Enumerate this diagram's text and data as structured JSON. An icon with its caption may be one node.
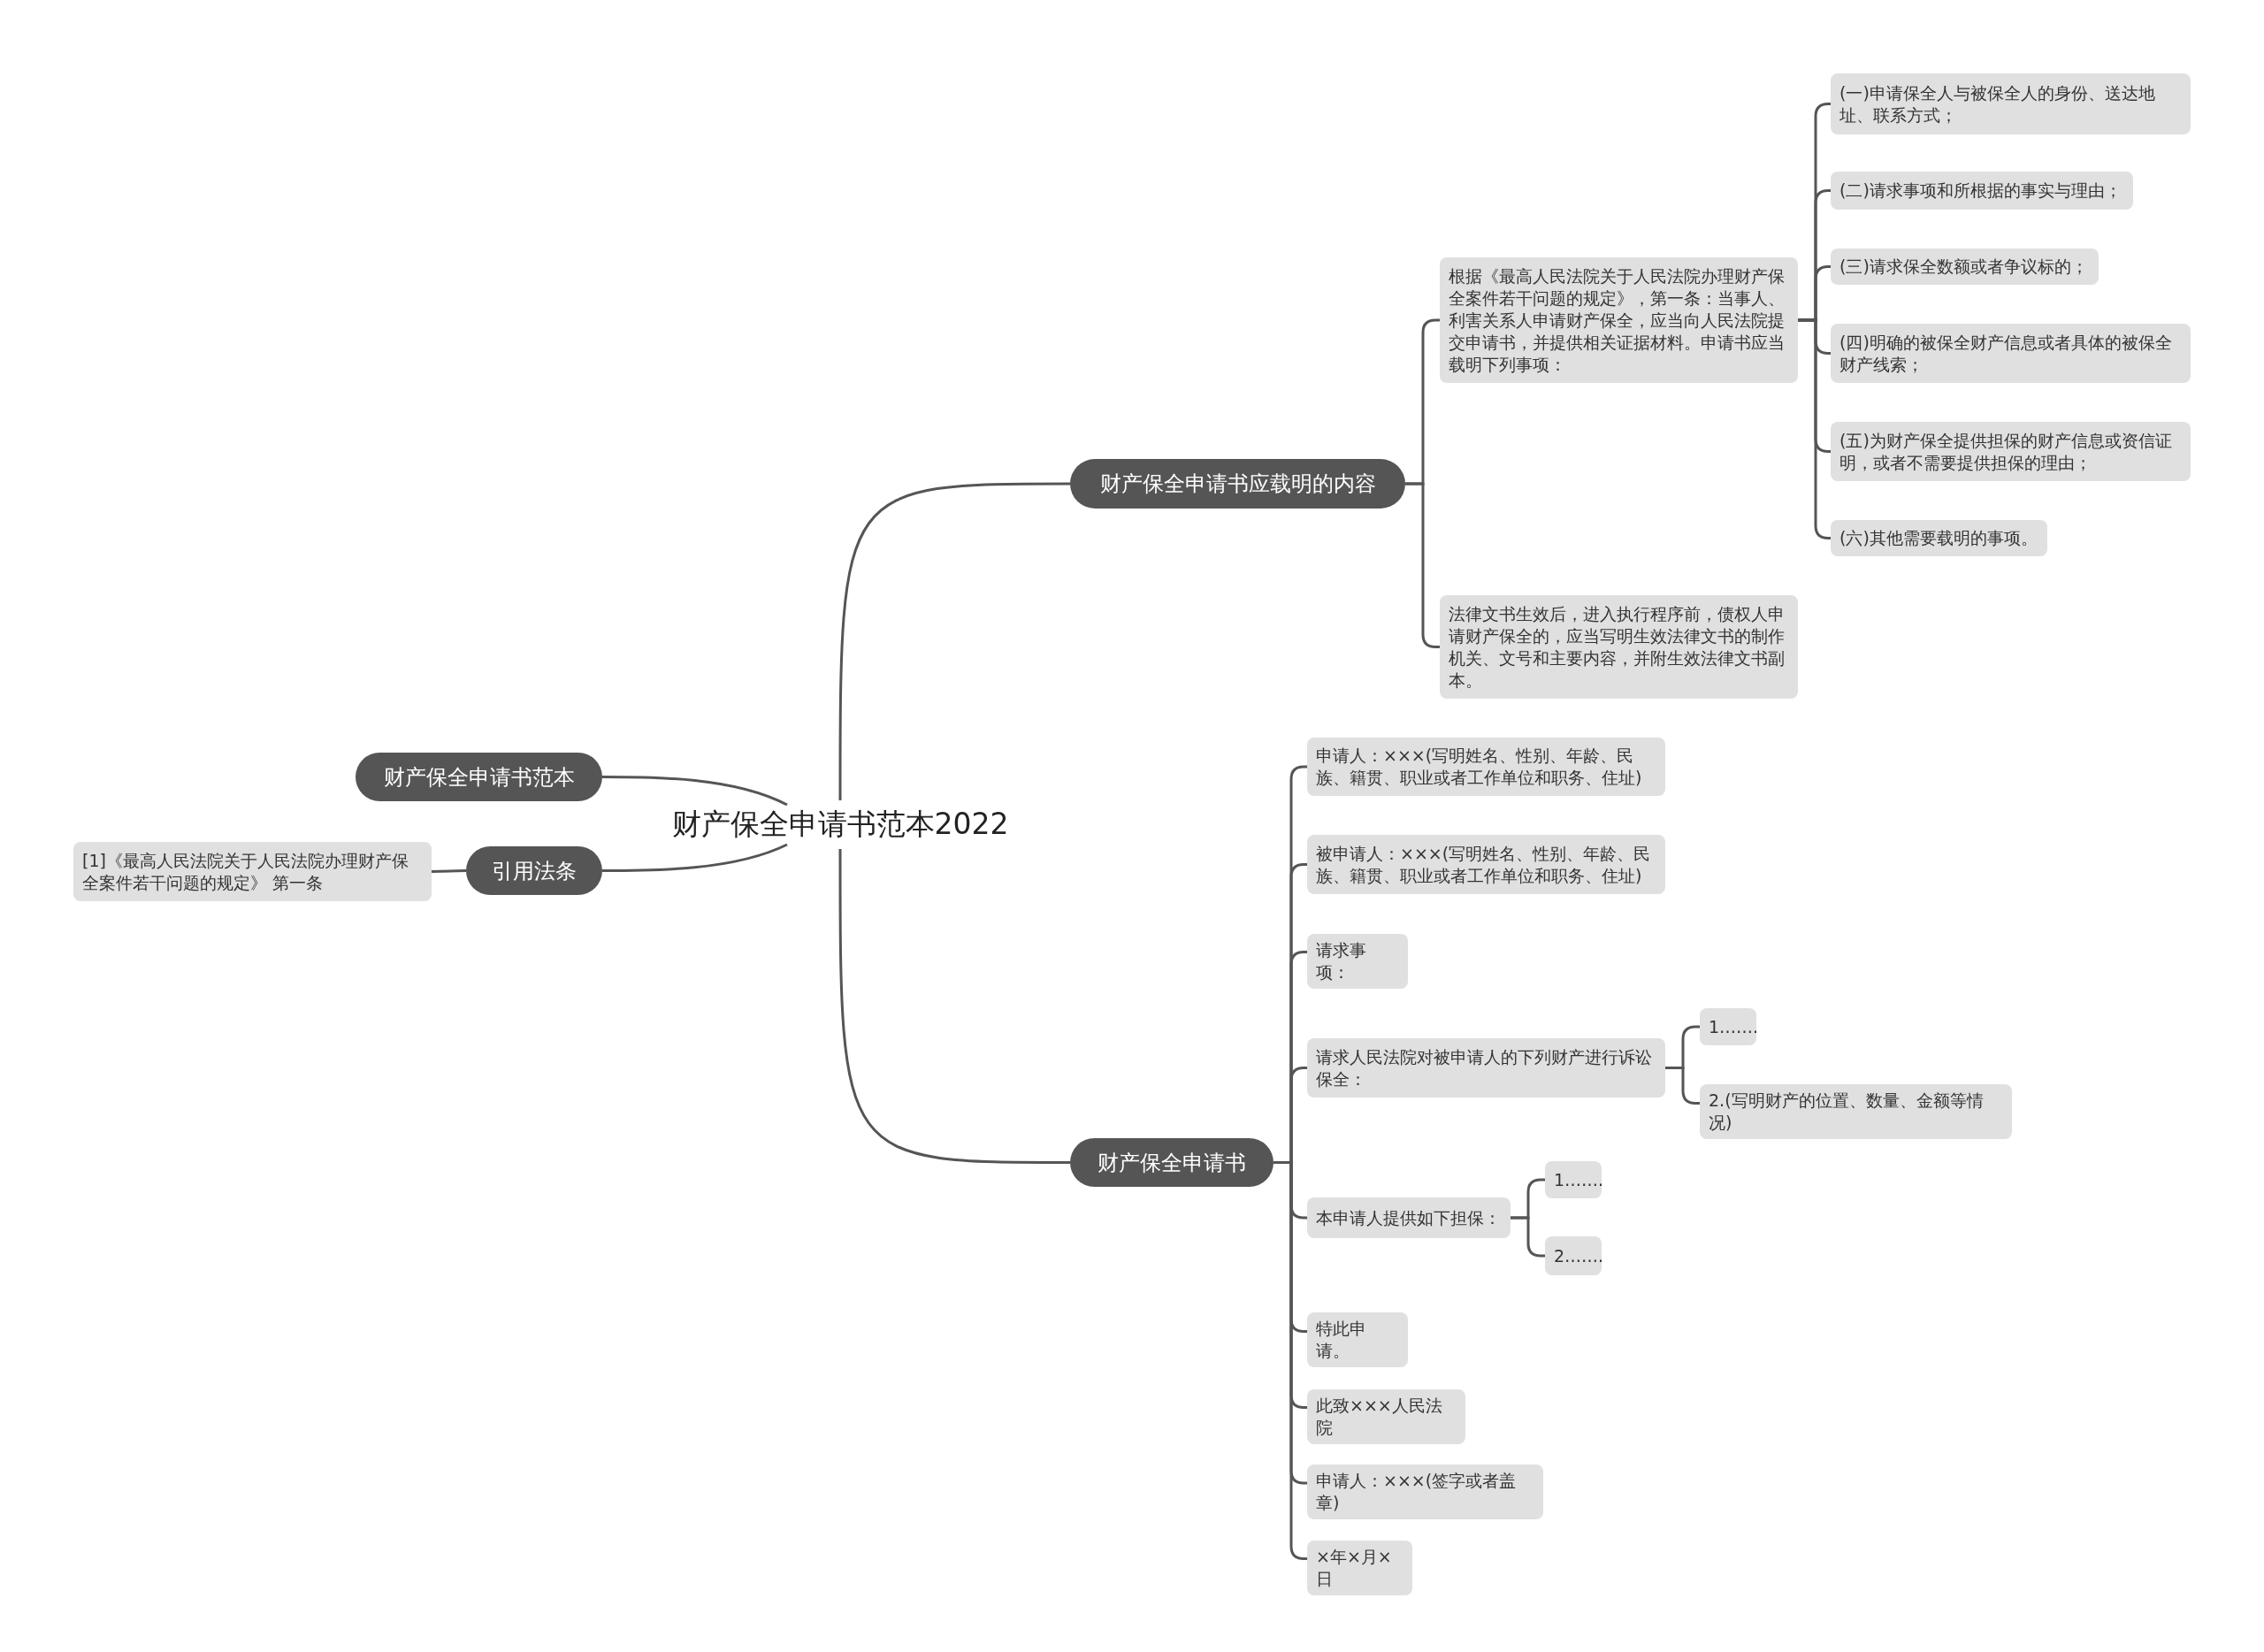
{
  "diagram": {
    "nodes": [
      {
        "text": [
          "财产保全申请书范本2022"
        ]
      },
      {
        "text": [
          "财产保全申请书应载明的内容"
        ]
      },
      {
        "text": [
          "根据《最高人民法院关于人民法院办理财产保全案件若干问题的规定》，第一条：当事人、利害关系人申请财产保全，应当向人民法院提交申请书，并提供相关证据材料。申请书应当载明下列事项："
        ]
      },
      {
        "text": [
          "(一)申请保全人与被保全人的身份、送达地址、联系方式；"
        ]
      },
      {
        "text": [
          "(二)请求事项和所根据的事实与理由；"
        ]
      },
      {
        "text": [
          "(三)请求保全数额或者争议标的；"
        ]
      },
      {
        "text": [
          "(四)明确的被保全财产信息或者具体的被保全财产线索；"
        ]
      },
      {
        "text": [
          "(五)为财产保全提供担保的财产信息或资信证明，或者不需要提供担保的理由；"
        ]
      },
      {
        "text": [
          "(六)其他需要载明的事项。"
        ]
      },
      {
        "text": [
          "法律文书生效后，进入执行程序前，债权人申请财产保全的，应当写明生效法律文书的制作机关、文号和主要内容，并附生效法律文书副本。"
        ]
      },
      {
        "text": [
          "财产保全申请书"
        ]
      },
      {
        "text": [
          "申请人：×××(写明姓名、性别、年龄、民族、籍贯、职业或者工作单位和职务、住址)"
        ]
      },
      {
        "text": [
          "被申请人：×××(写明姓名、性别、年龄、民族、籍贯、职业或者工作单位和职务、住址)"
        ]
      },
      {
        "text": [
          "请求事项："
        ]
      },
      {
        "text": [
          "请求人民法院对被申请人的下列财产进行诉讼保全："
        ]
      },
      {
        "text": [
          "1……."
        ]
      },
      {
        "text": [
          "2.(写明财产的位置、数量、金额等情况)"
        ]
      },
      {
        "text": [
          "本申请人提供如下担保："
        ]
      },
      {
        "text": [
          "1……."
        ]
      },
      {
        "text": [
          "2……."
        ]
      },
      {
        "text": [
          "特此申请。"
        ]
      },
      {
        "text": [
          "此致×××人民法院"
        ]
      },
      {
        "text": [
          "申请人：×××(签字或者盖章)"
        ]
      },
      {
        "text": [
          "×年×月×日"
        ]
      },
      {
        "text": [
          "财产保全申请书范本"
        ]
      },
      {
        "text": [
          "引用法条"
        ]
      },
      {
        "text": [
          "[1]《最高人民法院关于人民法院办理财产保全案件若干问题的规定》 第一条"
        ]
      }
    ],
    "edges": [
      {
        "from": 0,
        "to": 1,
        "arrow": "none"
      },
      {
        "from": 1,
        "to": 2,
        "arrow": "none"
      },
      {
        "from": 2,
        "to": 3,
        "arrow": "none"
      },
      {
        "from": 2,
        "to": 4,
        "arrow": "none"
      },
      {
        "from": 2,
        "to": 5,
        "arrow": "none"
      },
      {
        "from": 2,
        "to": 6,
        "arrow": "none"
      },
      {
        "from": 2,
        "to": 7,
        "arrow": "none"
      },
      {
        "from": 2,
        "to": 8,
        "arrow": "none"
      },
      {
        "from": 1,
        "to": 9,
        "arrow": "none"
      },
      {
        "from": 0,
        "to": 10,
        "arrow": "none"
      },
      {
        "from": 10,
        "to": 11,
        "arrow": "none"
      },
      {
        "from": 10,
        "to": 12,
        "arrow": "none"
      },
      {
        "from": 10,
        "to": 13,
        "arrow": "none"
      },
      {
        "from": 10,
        "to": 14,
        "arrow": "none"
      },
      {
        "from": 14,
        "to": 15,
        "arrow": "none"
      },
      {
        "from": 14,
        "to": 16,
        "arrow": "none"
      },
      {
        "from": 10,
        "to": 17,
        "arrow": "none"
      },
      {
        "from": 17,
        "to": 18,
        "arrow": "none"
      },
      {
        "from": 17,
        "to": 19,
        "arrow": "none"
      },
      {
        "from": 10,
        "to": 20,
        "arrow": "none"
      },
      {
        "from": 10,
        "to": 21,
        "arrow": "none"
      },
      {
        "from": 10,
        "to": 22,
        "arrow": "none"
      },
      {
        "from": 10,
        "to": 23,
        "arrow": "none"
      },
      {
        "from": 0,
        "to": 24,
        "arrow": "none"
      },
      {
        "from": 0,
        "to": 25,
        "arrow": "none"
      },
      {
        "from": 25,
        "to": 26,
        "arrow": "none"
      }
    ]
  }
}
